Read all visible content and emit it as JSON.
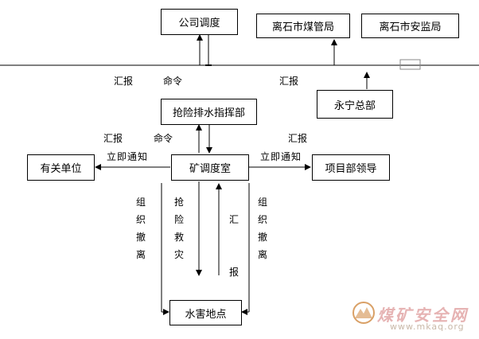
{
  "boxes": {
    "company_dispatch": "公司调度",
    "lishi_coal_bureau": "离石市煤管局",
    "lishi_safety_bureau": "离石市安监局",
    "yongning_hq": "永宁总部",
    "rescue_command": "抢险排水指挥部",
    "mine_dispatch": "矿调度室",
    "related_units": "有关单位",
    "project_leader": "项目部领导",
    "flood_site": "水害地点"
  },
  "labels": {
    "report_top_left": "汇报",
    "command_top": "命令",
    "report_top_right": "汇报",
    "report_mid_left": "汇报",
    "command_mid": "命令",
    "report_mid_right": "汇报",
    "notify_left": "立即通知",
    "notify_right": "立即通知",
    "evacuate_left": "组织撤离",
    "rescue": "抢险救灾",
    "report_vertical": "汇报",
    "evacuate_right": "组织撤离"
  },
  "watermark": {
    "brand": "煤矿安全网",
    "url": "www.mkaq.org"
  },
  "colors": {
    "line": "#000000",
    "watermark_text": "#e6b3b3",
    "watermark_logo": "#d9a066"
  }
}
